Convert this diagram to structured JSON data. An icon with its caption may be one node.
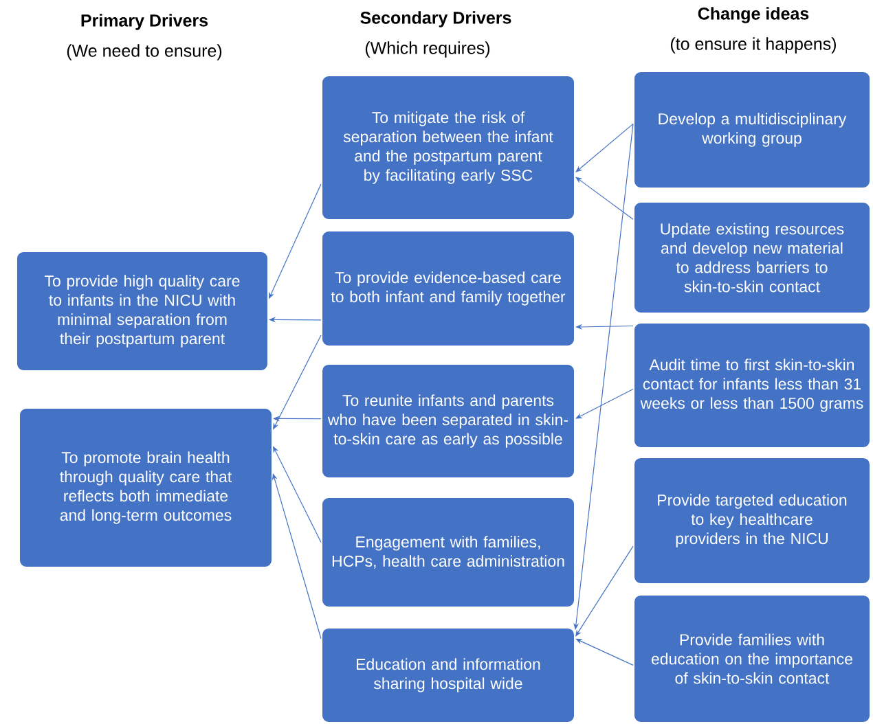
{
  "diagram": {
    "nodes": [
      {
        "text": [
          "To provide high quality care to infants in the NICU with minimal separation from their postpartum parent"
        ]
      },
      {
        "text": [
          "To promote brain health through quality care that reflects both immediate and long-term outcomes"
        ]
      },
      {
        "text": [
          "To mitigate the risk of separation between the infant and the postpartum parent by facilitating early SSC"
        ]
      },
      {
        "text": [
          "To provide evidence-based care to both infant and family together"
        ]
      },
      {
        "text": [
          "To reunite infants and parents who have been separated in skin-to-skin care as early as possible"
        ]
      },
      {
        "text": [
          "Engagement with families, HCPs, health care administration"
        ]
      },
      {
        "text": [
          "Education and information sharing hospital wide"
        ]
      },
      {
        "text": [
          "Develop a multidisciplinary working group"
        ]
      },
      {
        "text": [
          "Update existing resources and develop new material to address barriers to skin-to-skin contact"
        ]
      },
      {
        "text": [
          "Audit time to first skin-to-skin contact for infants less than 31 weeks or less than 1500 grams"
        ]
      },
      {
        "text": [
          "Provide targeted education to key healthcare providers in the NICU"
        ]
      },
      {
        "text": [
          "Provide families with education on the importance of skin-to-skin contact"
        ]
      }
    ],
    "edges": [
      {
        "from": 2,
        "to": 0,
        "arrow": "to"
      },
      {
        "from": 3,
        "to": 0,
        "arrow": "to"
      },
      {
        "from": 3,
        "to": 1,
        "arrow": "to"
      },
      {
        "from": 4,
        "to": 1,
        "arrow": "to"
      },
      {
        "from": 5,
        "to": 1,
        "arrow": "to"
      },
      {
        "from": 6,
        "to": 1,
        "arrow": "to"
      },
      {
        "from": 7,
        "to": 2,
        "arrow": "to"
      },
      {
        "from": 7,
        "to": 6,
        "arrow": "to"
      },
      {
        "from": 8,
        "to": 2,
        "arrow": "to"
      },
      {
        "from": 9,
        "to": 3,
        "arrow": "to"
      },
      {
        "from": 9,
        "to": 4,
        "arrow": "to"
      },
      {
        "from": 10,
        "to": 6,
        "arrow": "to"
      },
      {
        "from": 11,
        "to": 6,
        "arrow": "to"
      }
    ],
    "labels": [
      "Primary Drivers",
      "(We need to ensure)",
      "Secondary Drivers",
      "(Which requires)",
      "Change ideas",
      "(to ensure it happens)"
    ]
  }
}
